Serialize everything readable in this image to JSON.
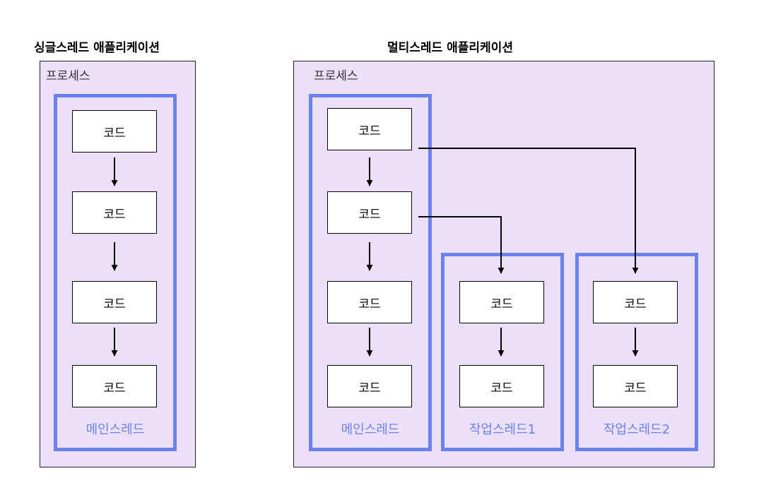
{
  "single": {
    "title": "싱글스레드 애플리케이션",
    "process_label": "프로세스",
    "main_thread_label": "메인스레드",
    "code_blocks": [
      "코드",
      "코드",
      "코드",
      "코드"
    ]
  },
  "multi": {
    "title": "멀티스레드 애플리케이션",
    "process_label": "프로세스",
    "main_thread_label": "메인스레드",
    "main_code_blocks": [
      "코드",
      "코드",
      "코드",
      "코드"
    ],
    "worker1_label": "작업스레드1",
    "worker1_code_blocks": [
      "코드",
      "코드"
    ],
    "worker2_label": "작업스레드2",
    "worker2_code_blocks": [
      "코드",
      "코드"
    ]
  },
  "colors": {
    "process_fill": "#ebe0f8",
    "thread_border": "#6b82ee",
    "thread_label": "#6b82ee",
    "arrow": "#000000"
  }
}
